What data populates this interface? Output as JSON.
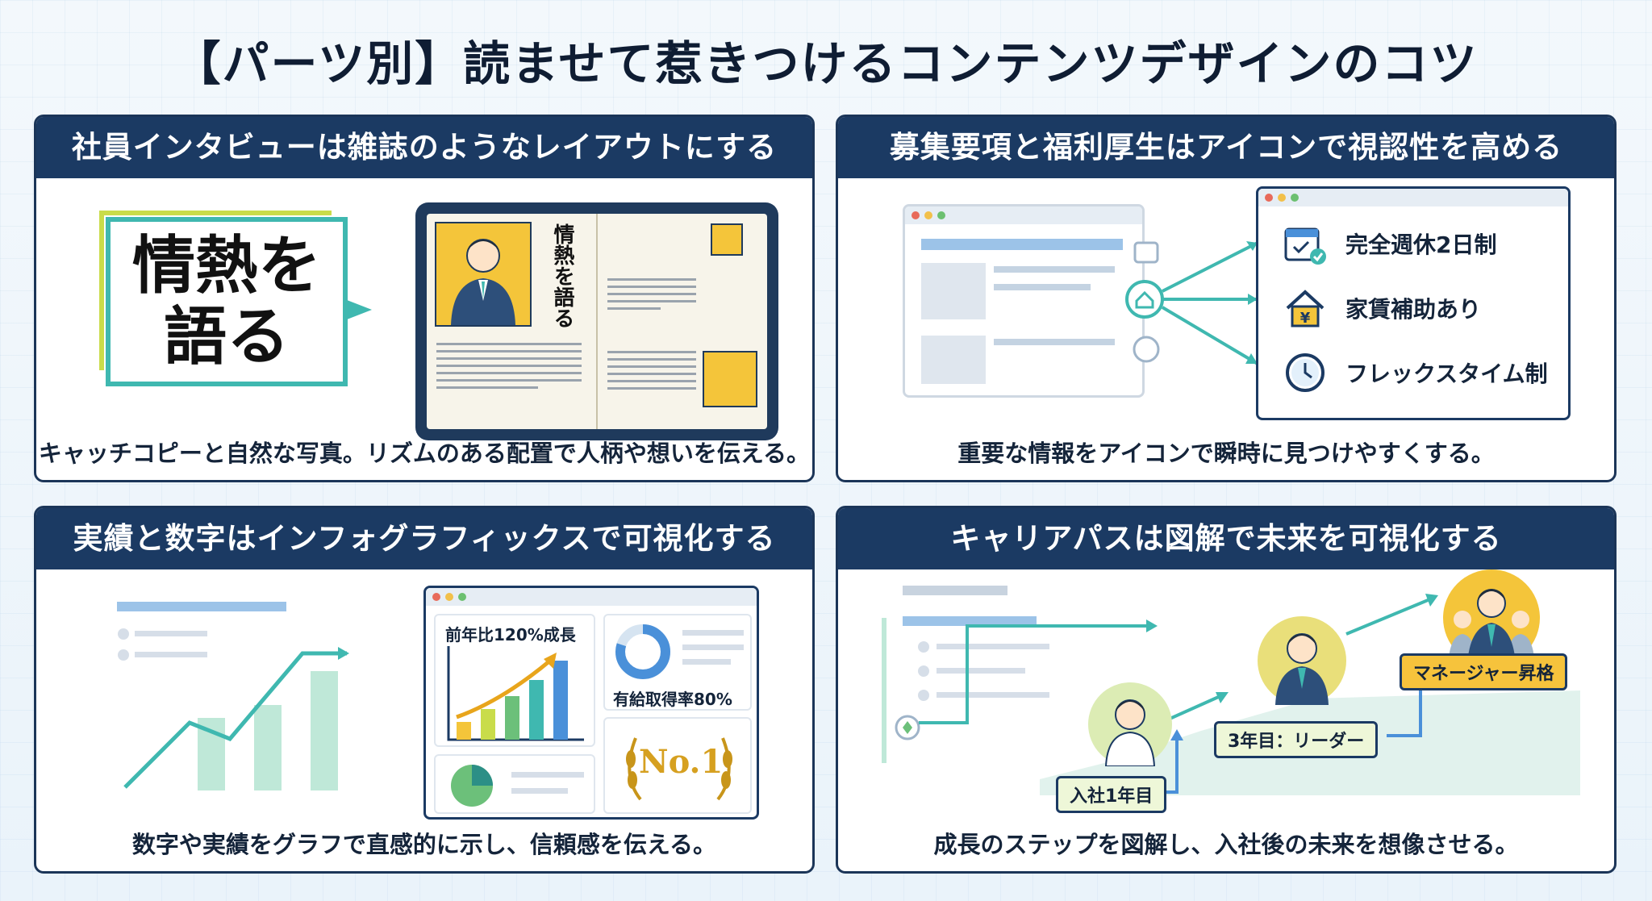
{
  "page": {
    "title": "【パーツ別】読ませて惹きつけるコンテンツデザインのコツ"
  },
  "panels": [
    {
      "heading": "社員インタビューは雑誌のようなレイアウトにする",
      "caption": "キャッチコピーと自然な写真。リズムのある配置で人柄や想いを伝える。",
      "catch_lines": [
        "情熱を",
        "語る"
      ],
      "magazine_vertical_title": "情熱を語る"
    },
    {
      "heading": "募集要項と福利厚生はアイコンで視認性を高める",
      "caption": "重要な情報をアイコンで瞬時に見つけやすくする。",
      "perks": [
        {
          "label": "完全週休2日制",
          "icon": "calendar-check-icon"
        },
        {
          "label": "家賃補助あり",
          "icon": "house-yen-icon"
        },
        {
          "label": "フレックスタイム制",
          "icon": "clock-icon"
        }
      ]
    },
    {
      "heading": "実績と数字はインフォグラフィックスで可視化する",
      "caption": "数字や実績をグラフで直感的に示し、信頼感を伝える。",
      "stats": {
        "growth_label": "前年比120%成長",
        "paid_leave_label": "有給取得率80%",
        "rank_label": "No.1"
      }
    },
    {
      "heading": "キャリアパスは図解で未来を可視化する",
      "caption": "成長のステップを図解し、入社後の未来を想像させる。",
      "steps": [
        "入社1年目",
        "3年目：リーダー",
        "マネージャー昇格"
      ]
    }
  ],
  "colors": {
    "navy": "#1b3a63",
    "teal": "#3fb8b0",
    "lime": "#c9dc4a",
    "yellow": "#f4c53a",
    "blue": "#4a90d9"
  }
}
